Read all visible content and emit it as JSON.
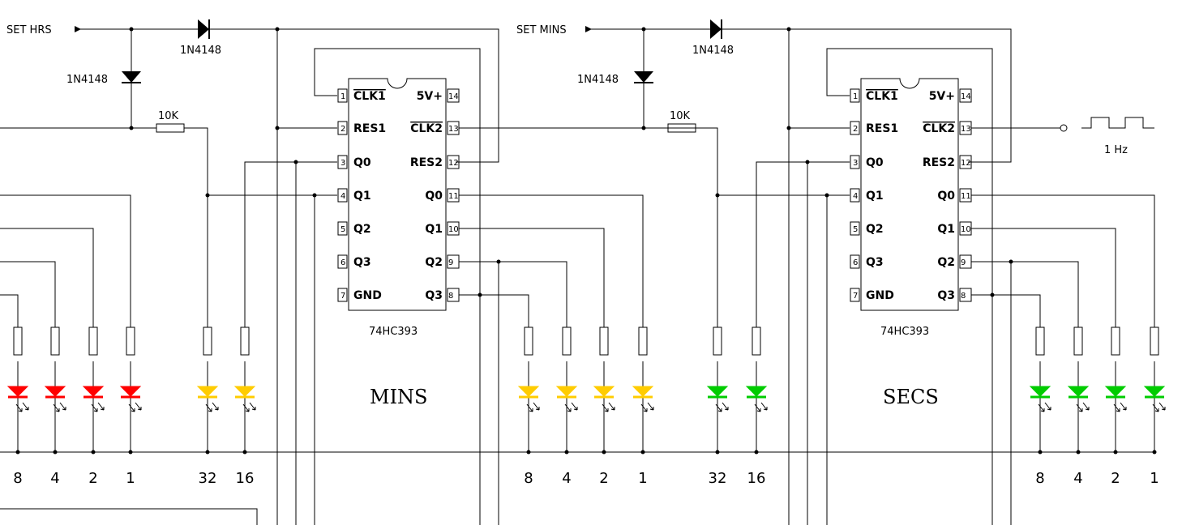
{
  "inputs": {
    "set_hours": "SET HRS",
    "set_mins": "SET MINS",
    "clock": "1 Hz"
  },
  "parts": {
    "diode": "1N4148",
    "resistor": "10K",
    "ic": "74HC393"
  },
  "ic_pins_left": [
    {
      "num": "1",
      "name": "CLK1",
      "overline": true
    },
    {
      "num": "2",
      "name": "RES1",
      "overline": false
    },
    {
      "num": "3",
      "name": "Q0",
      "overline": false
    },
    {
      "num": "4",
      "name": "Q1",
      "overline": false
    },
    {
      "num": "5",
      "name": "Q2",
      "overline": false
    },
    {
      "num": "6",
      "name": "Q3",
      "overline": false
    },
    {
      "num": "7",
      "name": "GND",
      "overline": false
    }
  ],
  "ic_pins_right": [
    {
      "num": "14",
      "name": "5V+",
      "overline": false
    },
    {
      "num": "13",
      "name": "CLK2",
      "overline": true
    },
    {
      "num": "12",
      "name": "RES2",
      "overline": false
    },
    {
      "num": "11",
      "name": "Q0",
      "overline": false
    },
    {
      "num": "10",
      "name": "Q1",
      "overline": false
    },
    {
      "num": "9",
      "name": "Q2",
      "overline": false
    },
    {
      "num": "8",
      "name": "Q3",
      "overline": false
    }
  ],
  "sections": {
    "mins": "MINS",
    "secs": "SECS"
  },
  "led_weights": [
    "8",
    "4",
    "2",
    "1",
    "32",
    "16",
    "8",
    "4",
    "2",
    "1",
    "32",
    "16",
    "8",
    "4",
    "2",
    "1"
  ],
  "led_colors": {
    "red": "#ff0000",
    "yellow": "#ffcc00",
    "green": "#00cc00"
  }
}
